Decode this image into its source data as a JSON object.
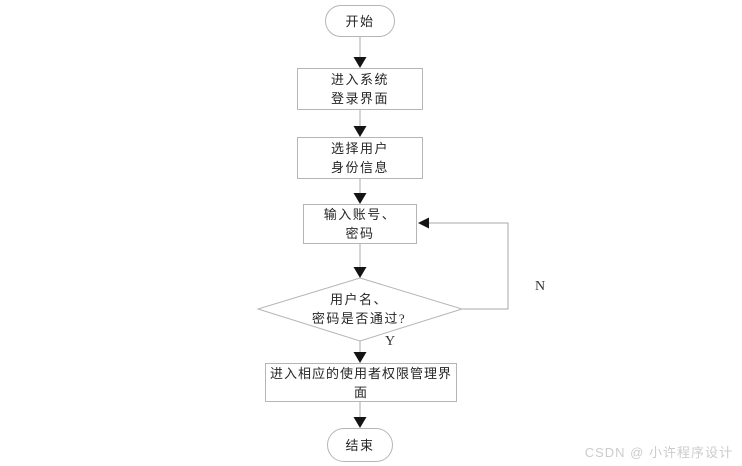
{
  "diagram": {
    "title": "login-flowchart",
    "nodes": {
      "start": {
        "type": "terminator",
        "label": "开始"
      },
      "login": {
        "type": "process",
        "label": "进入系统\n登录界面"
      },
      "select": {
        "type": "process",
        "label": "选择用户\n身份信息"
      },
      "input": {
        "type": "process",
        "label": "输入账号、\n密码"
      },
      "verify": {
        "type": "decision",
        "label": "用户名、\n密码是否通过?"
      },
      "admin": {
        "type": "process",
        "label": "进入相应的使用者权限管理界面"
      },
      "end": {
        "type": "terminator",
        "label": "结束"
      }
    },
    "edges": {
      "yes_label": "Y",
      "no_label": "N"
    }
  },
  "watermark": {
    "text": "CSDN @ 小许程序设计"
  },
  "colors": {
    "background": "#ffffff",
    "connector": "#aaaaaa",
    "node_border": "#b5b5b5",
    "arrowhead": "#141414",
    "text": "#262626",
    "watermark": "#cccccc"
  }
}
